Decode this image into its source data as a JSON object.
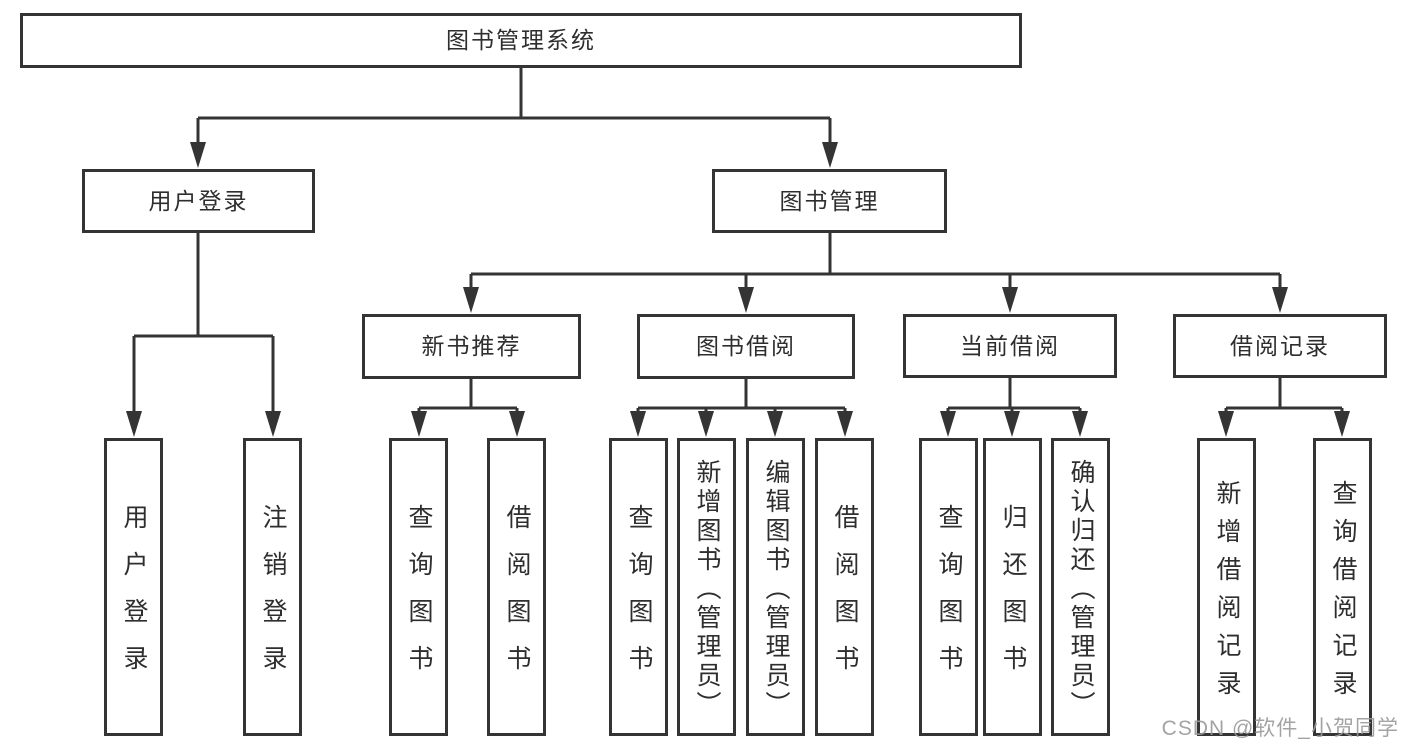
{
  "tree": {
    "label": "图书管理系统",
    "children": [
      {
        "label": "用户登录",
        "children": [
          {
            "label": "用户登录"
          },
          {
            "label": "注销登录"
          }
        ]
      },
      {
        "label": "图书管理",
        "children": [
          {
            "label": "新书推荐",
            "children": [
              {
                "label": "查询图书"
              },
              {
                "label": "借阅图书"
              }
            ]
          },
          {
            "label": "图书借阅",
            "children": [
              {
                "label": "查询图书"
              },
              {
                "label": "新增图书（管理员）"
              },
              {
                "label": "编辑图书（管理员）"
              },
              {
                "label": "借阅图书"
              }
            ]
          },
          {
            "label": "当前借阅",
            "children": [
              {
                "label": "查询图书"
              },
              {
                "label": "归还图书"
              },
              {
                "label": "确认归还（管理员）"
              }
            ]
          },
          {
            "label": "借阅记录",
            "children": [
              {
                "label": "新增借阅记录"
              },
              {
                "label": "查询借阅记录"
              }
            ]
          }
        ]
      }
    ]
  },
  "watermark": "CSDN @软件_小贺同学",
  "colors": {
    "line": "#343434",
    "text": "#2e2e2e",
    "background": "#ffffff",
    "watermark": "#9a9a9a"
  }
}
